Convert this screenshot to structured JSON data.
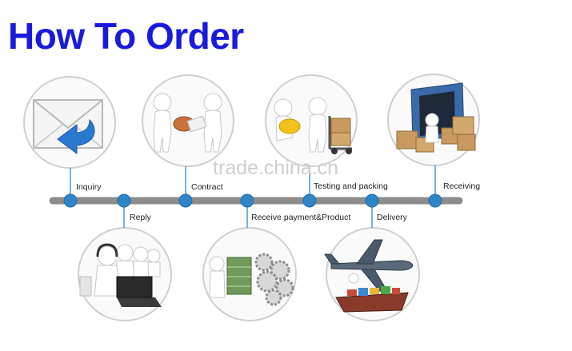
{
  "header": {
    "title": "How To Order"
  },
  "watermark": "trade.china.cn",
  "steps": [
    {
      "label": "Inquiry",
      "position": "above",
      "icon": "envelope-icon"
    },
    {
      "label": "Reply",
      "position": "below",
      "icon": "customer-service-icon"
    },
    {
      "label": "Contract",
      "position": "above",
      "icon": "handshake-contract-icon"
    },
    {
      "label": "Receive payment&Product",
      "position": "below",
      "icon": "money-gears-icon"
    },
    {
      "label": "Testing and packing",
      "position": "above",
      "icon": "testing-packing-icon"
    },
    {
      "label": "Delivery",
      "position": "below",
      "icon": "airplane-ship-icon"
    },
    {
      "label": "Receiving",
      "position": "above",
      "icon": "container-boxes-icon"
    }
  ],
  "colors": {
    "title": "#1a1adc",
    "node": "#2f86c6",
    "line": "#8c8c8c",
    "connector": "#4a9ad4"
  }
}
